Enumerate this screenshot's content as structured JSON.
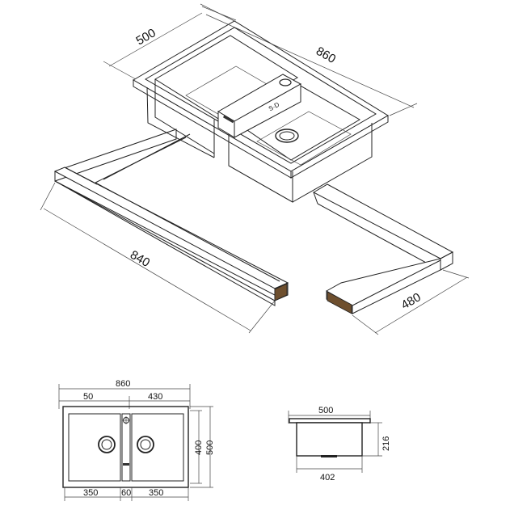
{
  "isometric": {
    "sink_depth_label": "500",
    "sink_length_label": "860",
    "counter_length_label": "840",
    "counter_depth_label": "480"
  },
  "top_view": {
    "overall_width": "860",
    "left_offset": "50",
    "right_offset": "430",
    "inner_height": "400",
    "outer_height": "500",
    "left_bowl": "350",
    "divider": "60",
    "right_bowl": "350"
  },
  "side_view": {
    "top_width": "500",
    "height": "216",
    "bottom_width": "402"
  }
}
